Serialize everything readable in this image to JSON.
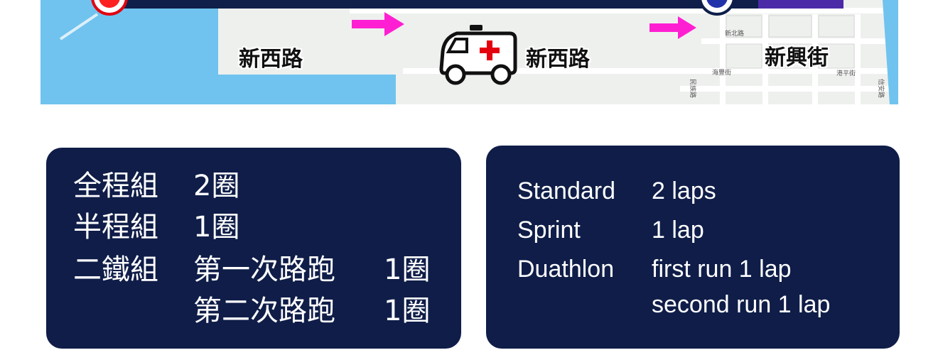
{
  "map": {
    "streets": {
      "left": "新西路",
      "middle": "新西路",
      "right": "新興街"
    },
    "minor_roads": [
      "新北路",
      "海豐街",
      "港平街",
      "民族路",
      "信安路"
    ],
    "icons": [
      "start-marker-icon",
      "finish-marker-icon",
      "ambulance-icon",
      "direction-arrow-icon"
    ],
    "colors": {
      "route": "#0f1f4a",
      "route_end": "#4b2aa8",
      "start_marker": "#ff2020",
      "finish_marker": "#2233aa",
      "arrow": "#ff1fd2",
      "sea": "#6fc3ee",
      "land": "#eef0ee",
      "ambulance_cross": "#e3000f"
    }
  },
  "laps_zh": {
    "rows": [
      {
        "group": "全程組",
        "lap1": "2圈",
        "lap2": ""
      },
      {
        "group": "半程組",
        "lap1": "1圈",
        "lap2": ""
      },
      {
        "group": "二鐵組",
        "lap1": "第一次路跑",
        "lap2": "1圈"
      },
      {
        "group": "",
        "lap1": "第二次路跑",
        "lap2": "1圈"
      }
    ]
  },
  "laps_en": {
    "rows": [
      {
        "group": "Standard",
        "value": "2 laps"
      },
      {
        "group": "Sprint",
        "value": "1 lap"
      },
      {
        "group": "Duathlon",
        "value": "first run 1 lap"
      },
      {
        "group": "",
        "value": "second run 1 lap"
      }
    ]
  },
  "panel_color": "#0f1d48"
}
